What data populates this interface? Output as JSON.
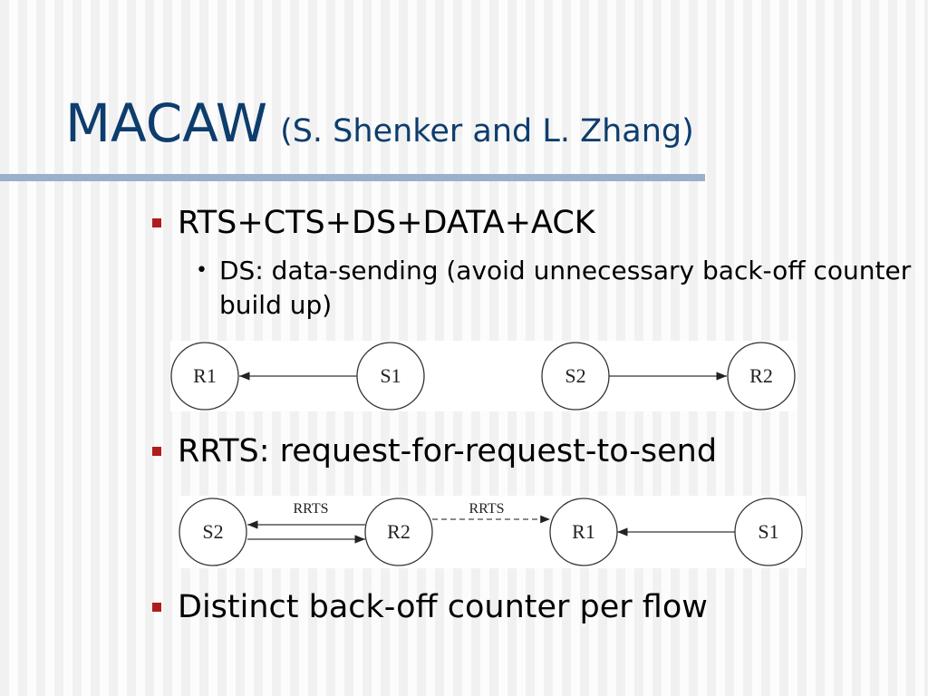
{
  "slide": {
    "title_main": "MACAW",
    "title_sub": "(S. Shenker and L. Zhang)",
    "bullets": [
      {
        "text": "RTS+CTS+DS+DATA+ACK"
      },
      {
        "text": "RRTS: request-for-request-to-send"
      },
      {
        "text": "Distinct back-off counter per flow"
      }
    ],
    "sub_bullet": {
      "marker": "•",
      "text": "DS: data-sending (avoid unnecessary back-off counter build up)"
    }
  },
  "diagram1": {
    "nodes": [
      "R1",
      "S1",
      "S2",
      "R2"
    ]
  },
  "diagram2": {
    "nodes": [
      "S2",
      "R2",
      "R1",
      "S1"
    ],
    "edge_labels": [
      "RRTS",
      "RRTS"
    ]
  },
  "colors": {
    "title": "#0d3d6d",
    "rule": "#9ab0cb",
    "bullet_square": "#b01c1c"
  }
}
